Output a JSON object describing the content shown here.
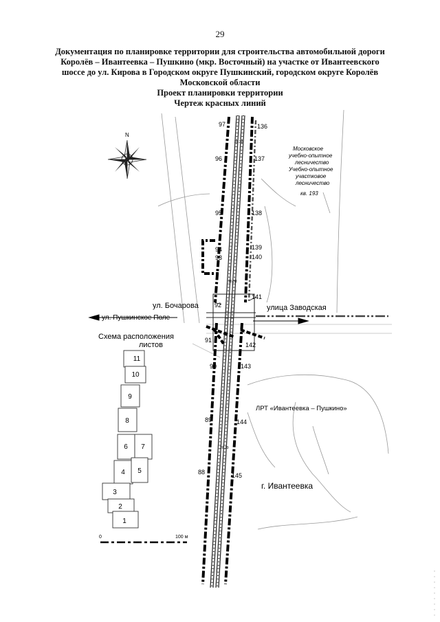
{
  "page_number": "29",
  "heading": {
    "lines": [
      "Документация по планировке территории для строительства автомобильной дороги",
      "Королёв – Ивантеевка – Пушкино (мкр. Восточный) на участке от Ивантеевского",
      "шоссе до ул. Кирова в Городском округе Пушкинский, городском округе Королёв",
      "Московской области",
      "Проект планировки территории",
      "Чертеж красных линий"
    ]
  },
  "compass": {
    "north_label": "N"
  },
  "labels": {
    "forest_1": "Московское",
    "forest_2": "учебно-опытное",
    "forest_3": "лесничество",
    "forest_4": "Учебно-опытное",
    "forest_5": "участковое",
    "forest_6": "лесничество",
    "quarter": "кв. 193",
    "street_bocharova": "ул. Бочарова",
    "street_pushkinskoe": "ул. Пушкинское Поле",
    "street_zavodskaya": "улица Заводская",
    "schema_1": "Схема расположения",
    "schema_2": "листов",
    "lrt": "ЛРТ «Ивантеевка – Пушкино»",
    "city": "г. Ивантеевка",
    "scale_zero": "0",
    "scale_end": "100 м",
    "track_a": "26.38",
    "track_b": "26.38",
    "track_c": "26.29"
  },
  "point_labels": {
    "p97": "97",
    "p96": "96",
    "p95": "95",
    "p94": "94",
    "p93": "93",
    "p92": "92",
    "p91": "91",
    "p90": "90",
    "p89": "89",
    "p88": "88",
    "p136": "136",
    "p137": "137",
    "p138": "138",
    "p139": "139",
    "p140": "140",
    "p141": "141",
    "p142": "142",
    "p143": "143",
    "p144": "144",
    "p145": "145"
  },
  "sheets": {
    "s1": "1",
    "s2": "2",
    "s3": "3",
    "s4": "4",
    "s5": "5",
    "s6": "6",
    "s7": "7",
    "s8": "8",
    "s9": "9",
    "s10": "10",
    "s11": "11"
  }
}
